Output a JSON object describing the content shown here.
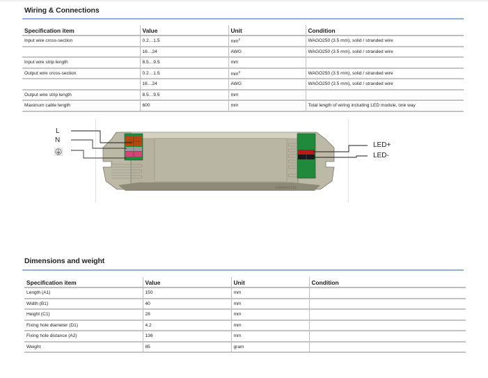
{
  "wiring": {
    "title": "Wiring & Connections",
    "headers": [
      "Specification item",
      "Value",
      "Unit",
      "Condition"
    ],
    "rows": [
      {
        "item": "Input wire cross-section",
        "value": "0.2…1.5",
        "unit": "mm²",
        "condition": "WAGO250 (3.5 mm), solid / stranded wire"
      },
      {
        "item": "",
        "value": "16…24",
        "unit": "AWG",
        "condition": "WAGO250 (3.5 mm), solid / stranded wire"
      },
      {
        "item": "Input wire strip length",
        "value": "8.5…9.5",
        "unit": "mm",
        "condition": ""
      },
      {
        "item": "Output wire cross-section",
        "value": "0.2…1.5",
        "unit": "mm²",
        "condition": "WAGO250 (3.5 mm), solid / stranded wire"
      },
      {
        "item": "",
        "value": "16…24",
        "unit": "AWG",
        "condition": "WAGO250 (3.5 mm), solid / stranded wire"
      },
      {
        "item": "Output wire strip length",
        "value": "8.5…9.5",
        "unit": "mm",
        "condition": ""
      },
      {
        "item": "Maximum cable length",
        "value": "600",
        "unit": "mm",
        "condition": "Total length of wiring including LED module, one way"
      }
    ]
  },
  "diagram": {
    "input_labels": {
      "live": "L",
      "neutral": "N",
      "earth_icon": "protective-earth-icon"
    },
    "output_labels": {
      "positive": "LED+",
      "negative": "LED-"
    },
    "colors": {
      "housing": "#b9b5a4",
      "housing_dark": "#8f8b79",
      "terminal_green": "#1f8a3c",
      "terminal_orange": "#b04a10",
      "terminal_pink": "#d0457a",
      "terminal_red": "#b41a1a",
      "terminal_black": "#1a1a1a"
    }
  },
  "dimensions": {
    "title": "Dimensions and weight",
    "headers": [
      "Specification item",
      "Value",
      "Unit",
      "Condition"
    ],
    "rows": [
      {
        "item": "Length (A1)",
        "value": "150",
        "unit": "mm",
        "condition": ""
      },
      {
        "item": "Width (B1)",
        "value": "40",
        "unit": "mm",
        "condition": ""
      },
      {
        "item": "Height (C1)",
        "value": "28",
        "unit": "mm",
        "condition": ""
      },
      {
        "item": "Fixing hole diameter (D1)",
        "value": "4.2",
        "unit": "mm",
        "condition": ""
      },
      {
        "item": "Fixing hole distance (A2)",
        "value": "136",
        "unit": "mm",
        "condition": ""
      },
      {
        "item": "Weight",
        "value": "85",
        "unit": "gram",
        "condition": ""
      }
    ]
  },
  "colors": {
    "rule_blue": "#8fb0d6",
    "row_border": "#c4c4c4"
  }
}
